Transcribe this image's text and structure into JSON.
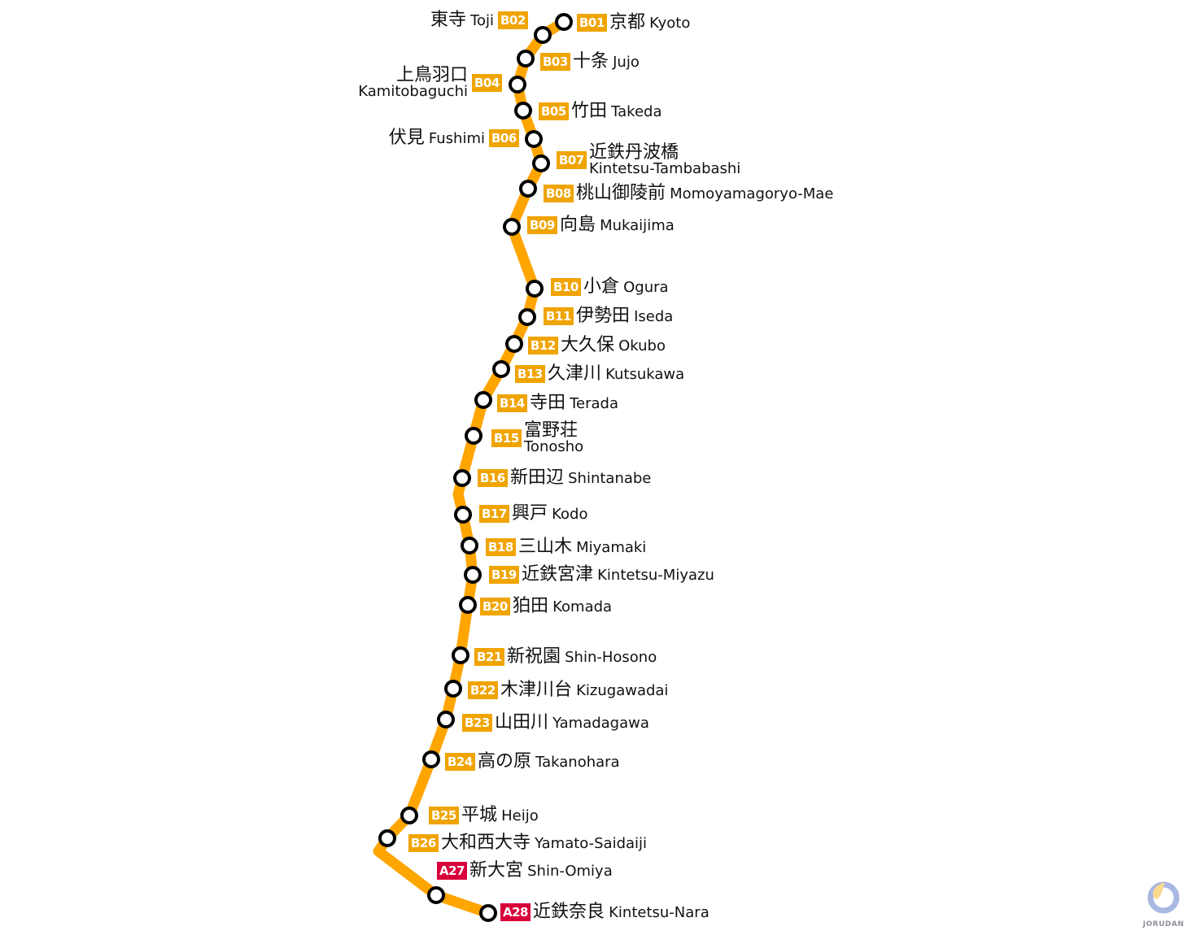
{
  "line_color": "#FFA500",
  "badge_color_b": "#F0A400",
  "badge_color_a": "#D7003A",
  "stations": [
    {
      "code": "B01",
      "jp": "京都",
      "en": "Kyoto",
      "line": "b"
    },
    {
      "code": "B02",
      "jp": "東寺",
      "en": "Toji",
      "line": "b"
    },
    {
      "code": "B03",
      "jp": "十条",
      "en": "Jujo",
      "line": "b"
    },
    {
      "code": "B04",
      "jp": "上鳥羽口",
      "en": "Kamitobaguchi",
      "line": "b"
    },
    {
      "code": "B05",
      "jp": "竹田",
      "en": "Takeda",
      "line": "b"
    },
    {
      "code": "B06",
      "jp": "伏見",
      "en": "Fushimi",
      "line": "b"
    },
    {
      "code": "B07",
      "jp": "近鉄丹波橋",
      "en": "Kintetsu-Tambabashi",
      "line": "b"
    },
    {
      "code": "B08",
      "jp": "桃山御陵前",
      "en": "Momoyamagoryo-Mae",
      "line": "b"
    },
    {
      "code": "B09",
      "jp": "向島",
      "en": "Mukaijima",
      "line": "b"
    },
    {
      "code": "B10",
      "jp": "小倉",
      "en": "Ogura",
      "line": "b"
    },
    {
      "code": "B11",
      "jp": "伊勢田",
      "en": "Iseda",
      "line": "b"
    },
    {
      "code": "B12",
      "jp": "大久保",
      "en": "Okubo",
      "line": "b"
    },
    {
      "code": "B13",
      "jp": "久津川",
      "en": "Kutsukawa",
      "line": "b"
    },
    {
      "code": "B14",
      "jp": "寺田",
      "en": "Terada",
      "line": "b"
    },
    {
      "code": "B15",
      "jp": "富野荘",
      "en": "Tonosho",
      "line": "b"
    },
    {
      "code": "B16",
      "jp": "新田辺",
      "en": "Shintanabe",
      "line": "b"
    },
    {
      "code": "B17",
      "jp": "興戸",
      "en": "Kodo",
      "line": "b"
    },
    {
      "code": "B18",
      "jp": "三山木",
      "en": "Miyamaki",
      "line": "b"
    },
    {
      "code": "B19",
      "jp": "近鉄宮津",
      "en": "Kintetsu-Miyazu",
      "line": "b"
    },
    {
      "code": "B20",
      "jp": "狛田",
      "en": "Komada",
      "line": "b"
    },
    {
      "code": "B21",
      "jp": "新祝園",
      "en": "Shin-Hosono",
      "line": "b"
    },
    {
      "code": "B22",
      "jp": "木津川台",
      "en": "Kizugawadai",
      "line": "b"
    },
    {
      "code": "B23",
      "jp": "山田川",
      "en": "Yamadagawa",
      "line": "b"
    },
    {
      "code": "B24",
      "jp": "高の原",
      "en": "Takanohara",
      "line": "b"
    },
    {
      "code": "B25",
      "jp": "平城",
      "en": "Heijo",
      "line": "b"
    },
    {
      "code": "B26",
      "jp": "大和西大寺",
      "en": "Yamato-Saidaiji",
      "line": "b"
    },
    {
      "code": "A27",
      "jp": "新大宮",
      "en": "Shin-Omiya",
      "line": "a"
    },
    {
      "code": "A28",
      "jp": "近鉄奈良",
      "en": "Kintetsu-Nara",
      "line": "a"
    }
  ],
  "logo": {
    "text": "JORUDAN"
  }
}
